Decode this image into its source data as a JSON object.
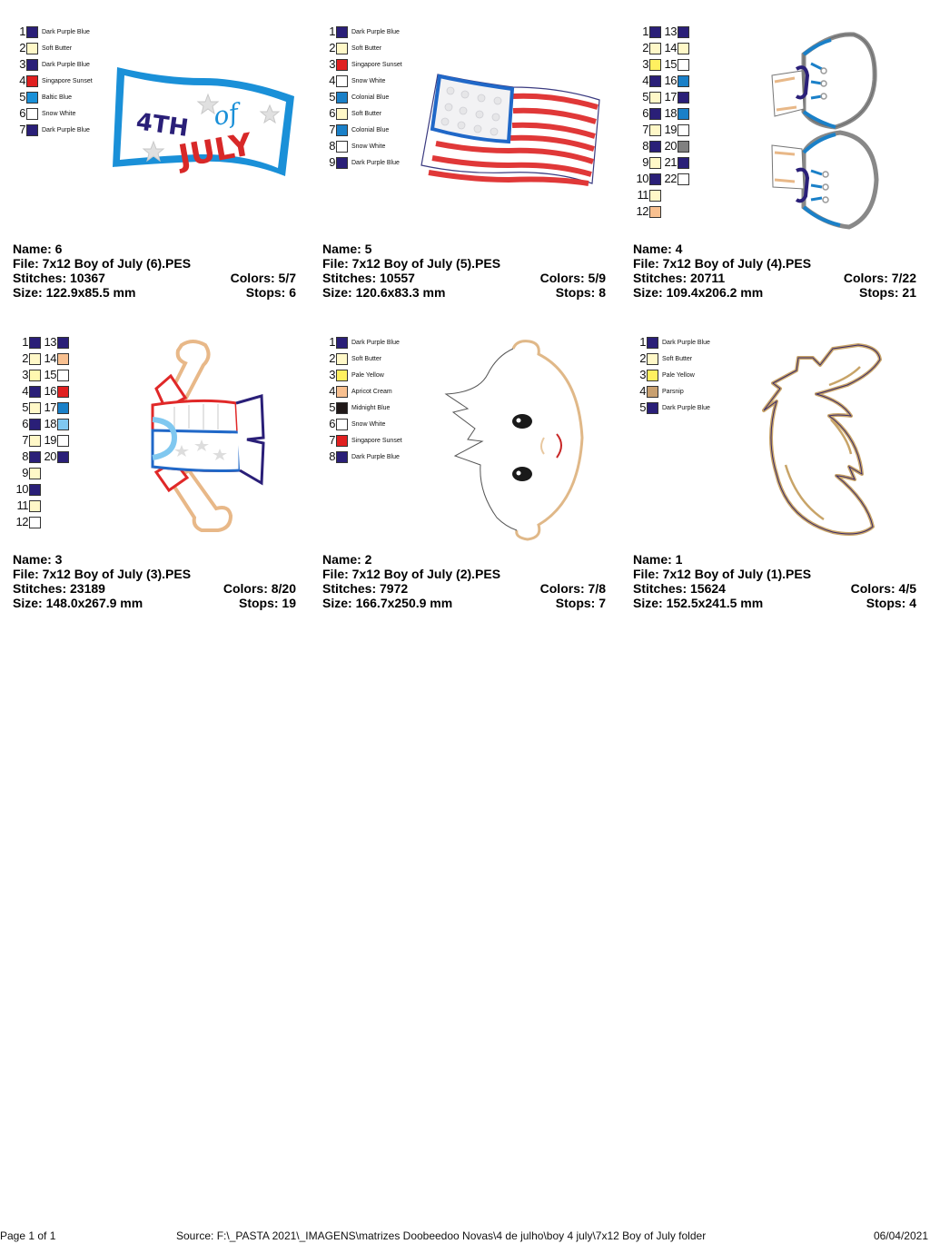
{
  "designs": [
    {
      "name_label": "Name: 6",
      "file_label": "File: 7x12 Boy of July (6).PES",
      "stitches_label": "Stitches: 10367",
      "colors_label": "Colors: 5/7",
      "size_label": "Size: 122.9x85.5 mm",
      "stops_label": "Stops: 6",
      "artwork": "4th-of-july-flag-patch",
      "palette": [
        {
          "n": "1",
          "color": "#2a1f78",
          "name": "Dark Purple Blue"
        },
        {
          "n": "2",
          "color": "#fff8c8",
          "name": "Soft Butter"
        },
        {
          "n": "3",
          "color": "#2a1f78",
          "name": "Dark Purple Blue"
        },
        {
          "n": "4",
          "color": "#e02020",
          "name": "Singapore Sunset"
        },
        {
          "n": "5",
          "color": "#1a90d8",
          "name": "Baltic Blue"
        },
        {
          "n": "6",
          "color": "#ffffff",
          "name": "Snow White"
        },
        {
          "n": "7",
          "color": "#2a1f78",
          "name": "Dark Purple Blue"
        }
      ]
    },
    {
      "name_label": "Name: 5",
      "file_label": "File: 7x12 Boy of July (5).PES",
      "stitches_label": "Stitches: 10557",
      "colors_label": "Colors: 5/9",
      "size_label": "Size: 120.6x83.3 mm",
      "stops_label": "Stops: 8",
      "artwork": "american-flag",
      "palette": [
        {
          "n": "1",
          "color": "#2a1f78",
          "name": "Dark Purple Blue"
        },
        {
          "n": "2",
          "color": "#fff8c8",
          "name": "Soft Butter"
        },
        {
          "n": "3",
          "color": "#e02020",
          "name": "Singapore Sunset"
        },
        {
          "n": "4",
          "color": "#ffffff",
          "name": "Snow White"
        },
        {
          "n": "5",
          "color": "#1a80c8",
          "name": "Colonial Blue"
        },
        {
          "n": "6",
          "color": "#fff8c8",
          "name": "Soft Butter"
        },
        {
          "n": "7",
          "color": "#1a80c8",
          "name": "Colonial Blue"
        },
        {
          "n": "8",
          "color": "#ffffff",
          "name": "Snow White"
        },
        {
          "n": "9",
          "color": "#2a1f78",
          "name": "Dark Purple Blue"
        }
      ]
    },
    {
      "name_label": "Name: 4",
      "file_label": "File: 7x12 Boy of July (4).PES",
      "stitches_label": "Stitches: 20711",
      "colors_label": "Colors: 7/22",
      "size_label": "Size: 109.4x206.2 mm",
      "stops_label": "Stops: 21",
      "artwork": "sneakers",
      "palette": [
        {
          "n": "1",
          "color": "#2a1f78"
        },
        {
          "n": "2",
          "color": "#fff8c8"
        },
        {
          "n": "3",
          "color": "#fff060"
        },
        {
          "n": "4",
          "color": "#2a1f78"
        },
        {
          "n": "5",
          "color": "#fff8c8"
        },
        {
          "n": "6",
          "color": "#2a1f78"
        },
        {
          "n": "7",
          "color": "#fff8c8"
        },
        {
          "n": "8",
          "color": "#2a1f78"
        },
        {
          "n": "9",
          "color": "#fff8c8"
        },
        {
          "n": "10",
          "color": "#2a1f78"
        },
        {
          "n": "11",
          "color": "#fff8c8"
        },
        {
          "n": "12",
          "color": "#f8c090"
        },
        {
          "n": "13",
          "color": "#2a1f78"
        },
        {
          "n": "14",
          "color": "#fff8c8"
        },
        {
          "n": "15",
          "color": "#ffffff"
        },
        {
          "n": "16",
          "color": "#1a80c8"
        },
        {
          "n": "17",
          "color": "#2a1f78"
        },
        {
          "n": "18",
          "color": "#1a80c8"
        },
        {
          "n": "19",
          "color": "#ffffff"
        },
        {
          "n": "20",
          "color": "#808080"
        },
        {
          "n": "21",
          "color": "#2a1f78"
        },
        {
          "n": "22",
          "color": "#ffffff"
        }
      ]
    },
    {
      "name_label": "Name: 3",
      "file_label": "File: 7x12 Boy of July (3).PES",
      "stitches_label": "Stitches: 23189",
      "colors_label": "Colors: 8/20",
      "size_label": "Size: 148.0x267.9 mm",
      "stops_label": "Stops: 19",
      "artwork": "shirt-with-arms",
      "palette": [
        {
          "n": "1",
          "color": "#2a1f78"
        },
        {
          "n": "2",
          "color": "#fff8c8"
        },
        {
          "n": "3",
          "color": "#fff8b0"
        },
        {
          "n": "4",
          "color": "#2a1f78"
        },
        {
          "n": "5",
          "color": "#fff8c8"
        },
        {
          "n": "6",
          "color": "#2a1f78"
        },
        {
          "n": "7",
          "color": "#fff8c8"
        },
        {
          "n": "8",
          "color": "#2a1f78"
        },
        {
          "n": "9",
          "color": "#fff8c8"
        },
        {
          "n": "10",
          "color": "#2a1f78"
        },
        {
          "n": "11",
          "color": "#fff8c8"
        },
        {
          "n": "12",
          "color": "#ffffff"
        },
        {
          "n": "13",
          "color": "#2a1f78"
        },
        {
          "n": "14",
          "color": "#f8c090"
        },
        {
          "n": "15",
          "color": "#ffffff"
        },
        {
          "n": "16",
          "color": "#e02020"
        },
        {
          "n": "17",
          "color": "#1a80c8"
        },
        {
          "n": "18",
          "color": "#80c8f0"
        },
        {
          "n": "19",
          "color": "#ffffff"
        },
        {
          "n": "20",
          "color": "#2a1f78"
        }
      ]
    },
    {
      "name_label": "Name: 2",
      "file_label": "File: 7x12 Boy of July (2).PES",
      "stitches_label": "Stitches: 7972",
      "colors_label": "Colors: 7/8",
      "size_label": "Size: 166.7x250.9 mm",
      "stops_label": "Stops: 7",
      "artwork": "boy-face",
      "palette": [
        {
          "n": "1",
          "color": "#2a1f78",
          "name": "Dark Purple Blue"
        },
        {
          "n": "2",
          "color": "#fff8c8",
          "name": "Soft Butter"
        },
        {
          "n": "3",
          "color": "#fff060",
          "name": "Pale Yellow"
        },
        {
          "n": "4",
          "color": "#f8c090",
          "name": "Apricot Cream"
        },
        {
          "n": "5",
          "color": "#201818",
          "name": "Midnight Blue"
        },
        {
          "n": "6",
          "color": "#ffffff",
          "name": "Snow White"
        },
        {
          "n": "7",
          "color": "#e02020",
          "name": "Singapore Sunset"
        },
        {
          "n": "8",
          "color": "#2a1f78",
          "name": "Dark Purple Blue"
        }
      ]
    },
    {
      "name_label": "Name: 1",
      "file_label": "File: 7x12 Boy of July (1).PES",
      "stitches_label": "Stitches: 15624",
      "colors_label": "Colors: 4/5",
      "size_label": "Size: 152.5x241.5 mm",
      "stops_label": "Stops: 4",
      "artwork": "hair",
      "palette": [
        {
          "n": "1",
          "color": "#2a1f78",
          "name": "Dark Purple Blue"
        },
        {
          "n": "2",
          "color": "#fff8c8",
          "name": "Soft Butter"
        },
        {
          "n": "3",
          "color": "#fff060",
          "name": "Pale Yellow"
        },
        {
          "n": "4",
          "color": "#c8a070",
          "name": "Parsnip"
        },
        {
          "n": "5",
          "color": "#2a1f78",
          "name": "Dark Purple Blue"
        }
      ]
    }
  ],
  "footer": {
    "page": "Page 1 of 1",
    "source": "Source: F:\\_PASTA 2021\\_IMAGENS\\matrizes Doobeedoo Novas\\4 de julho\\boy 4 july\\7x12 Boy of July folder",
    "date": "06/04/2021"
  }
}
